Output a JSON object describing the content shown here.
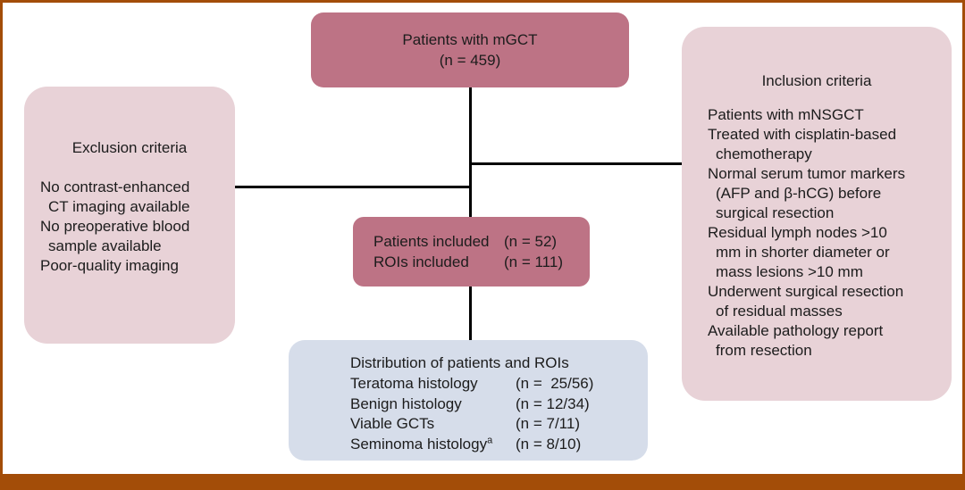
{
  "colors": {
    "frame_border": "#a34d08",
    "box_dark_pink": "#bd7385",
    "box_light_pink": "#e8d2d7",
    "box_light_blue": "#d6ddea",
    "connector": "#000000",
    "text": "#1c1c1c",
    "background": "#ffffff"
  },
  "top_box": {
    "line1": "Patients with mGCT",
    "line2": "(n = 459)"
  },
  "exclusion_box": {
    "title": "Exclusion criteria",
    "lines": [
      {
        "text": "No contrast-enhanced",
        "indent": false
      },
      {
        "text": "CT imaging available",
        "indent": true
      },
      {
        "text": "No preoperative blood",
        "indent": false
      },
      {
        "text": "sample available",
        "indent": true
      },
      {
        "text": "Poor-quality imaging",
        "indent": false
      }
    ]
  },
  "inclusion_box": {
    "title": "Inclusion criteria",
    "lines": [
      {
        "text": "Patients with mNSGCT",
        "indent": false
      },
      {
        "text": "Treated with cisplatin-based",
        "indent": false
      },
      {
        "text": "chemotherapy",
        "indent": true
      },
      {
        "text": "Normal serum tumor markers",
        "indent": false
      },
      {
        "text": "(AFP and β-hCG) before",
        "indent": true
      },
      {
        "text": "surgical resection",
        "indent": true
      },
      {
        "text": "Residual lymph nodes >10",
        "indent": false
      },
      {
        "text": "mm in shorter diameter or",
        "indent": true
      },
      {
        "text": "mass lesions >10 mm",
        "indent": true
      },
      {
        "text": "Underwent surgical resection",
        "indent": false
      },
      {
        "text": "of residual masses",
        "indent": true
      },
      {
        "text": "Available pathology report",
        "indent": false
      },
      {
        "text": "from resection",
        "indent": true
      }
    ]
  },
  "included_box": {
    "rows": [
      {
        "label": "Patients included",
        "value": "(n = 52)"
      },
      {
        "label": "ROIs included",
        "value": "(n = 111)"
      }
    ]
  },
  "distribution_box": {
    "title": "Distribution of patients and ROIs",
    "rows": [
      {
        "label": "Teratoma histology",
        "sup": "",
        "value": "(n =  25/56)"
      },
      {
        "label": "Benign histology",
        "sup": "",
        "value": "(n = 12/34)"
      },
      {
        "label": "Viable GCTs",
        "sup": "",
        "value": "(n = 7/11)"
      },
      {
        "label": "Seminoma histology",
        "sup": "a",
        "value": "(n = 8/10)"
      }
    ]
  }
}
